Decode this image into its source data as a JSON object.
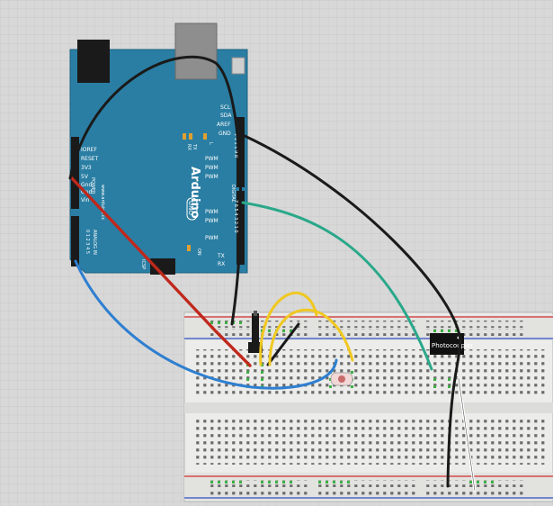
{
  "arduino": {
    "brand": "Arduino",
    "model": "UNO",
    "website": "www.arduino.cc",
    "header_top_labels": [
      "SCL",
      "SDA",
      "AREF",
      "GND"
    ],
    "digital_label": "DIGITAL",
    "pwm_label": "PWM",
    "power_labels": [
      "IOREF",
      "RESET",
      "3V3",
      "5V",
      "Gnd",
      "Gnd",
      "Vin"
    ],
    "power_group_label": "POWER",
    "analog_label": "ANALOG IN",
    "analog_pins": "0 1 2 3 4 5",
    "led_labels": [
      "TX",
      "RX",
      "L"
    ],
    "txrx_labels": [
      "TX",
      "RX"
    ],
    "on_label": "ON",
    "icsp_label": "ICSP",
    "pin_numbers_top": "1 1 1 1 9 8",
    "pin_numbers_bottom": "7 6 5 4 3 2 1 0"
  },
  "photocoupler": {
    "label": "Photocoupler"
  },
  "colors": {
    "board": "#2a7ea3",
    "breadboard": "#e8e8e6",
    "wire_red": "#c0281c",
    "wire_black": "#1a1a1a",
    "wire_blue": "#2e7fd0",
    "wire_teal": "#2aa88a",
    "wire_yellow": "#f0c820",
    "wire_white": "#ffffff",
    "rail_red": "#d23030",
    "rail_blue": "#3050c8",
    "hole_green": "#3cb043"
  }
}
